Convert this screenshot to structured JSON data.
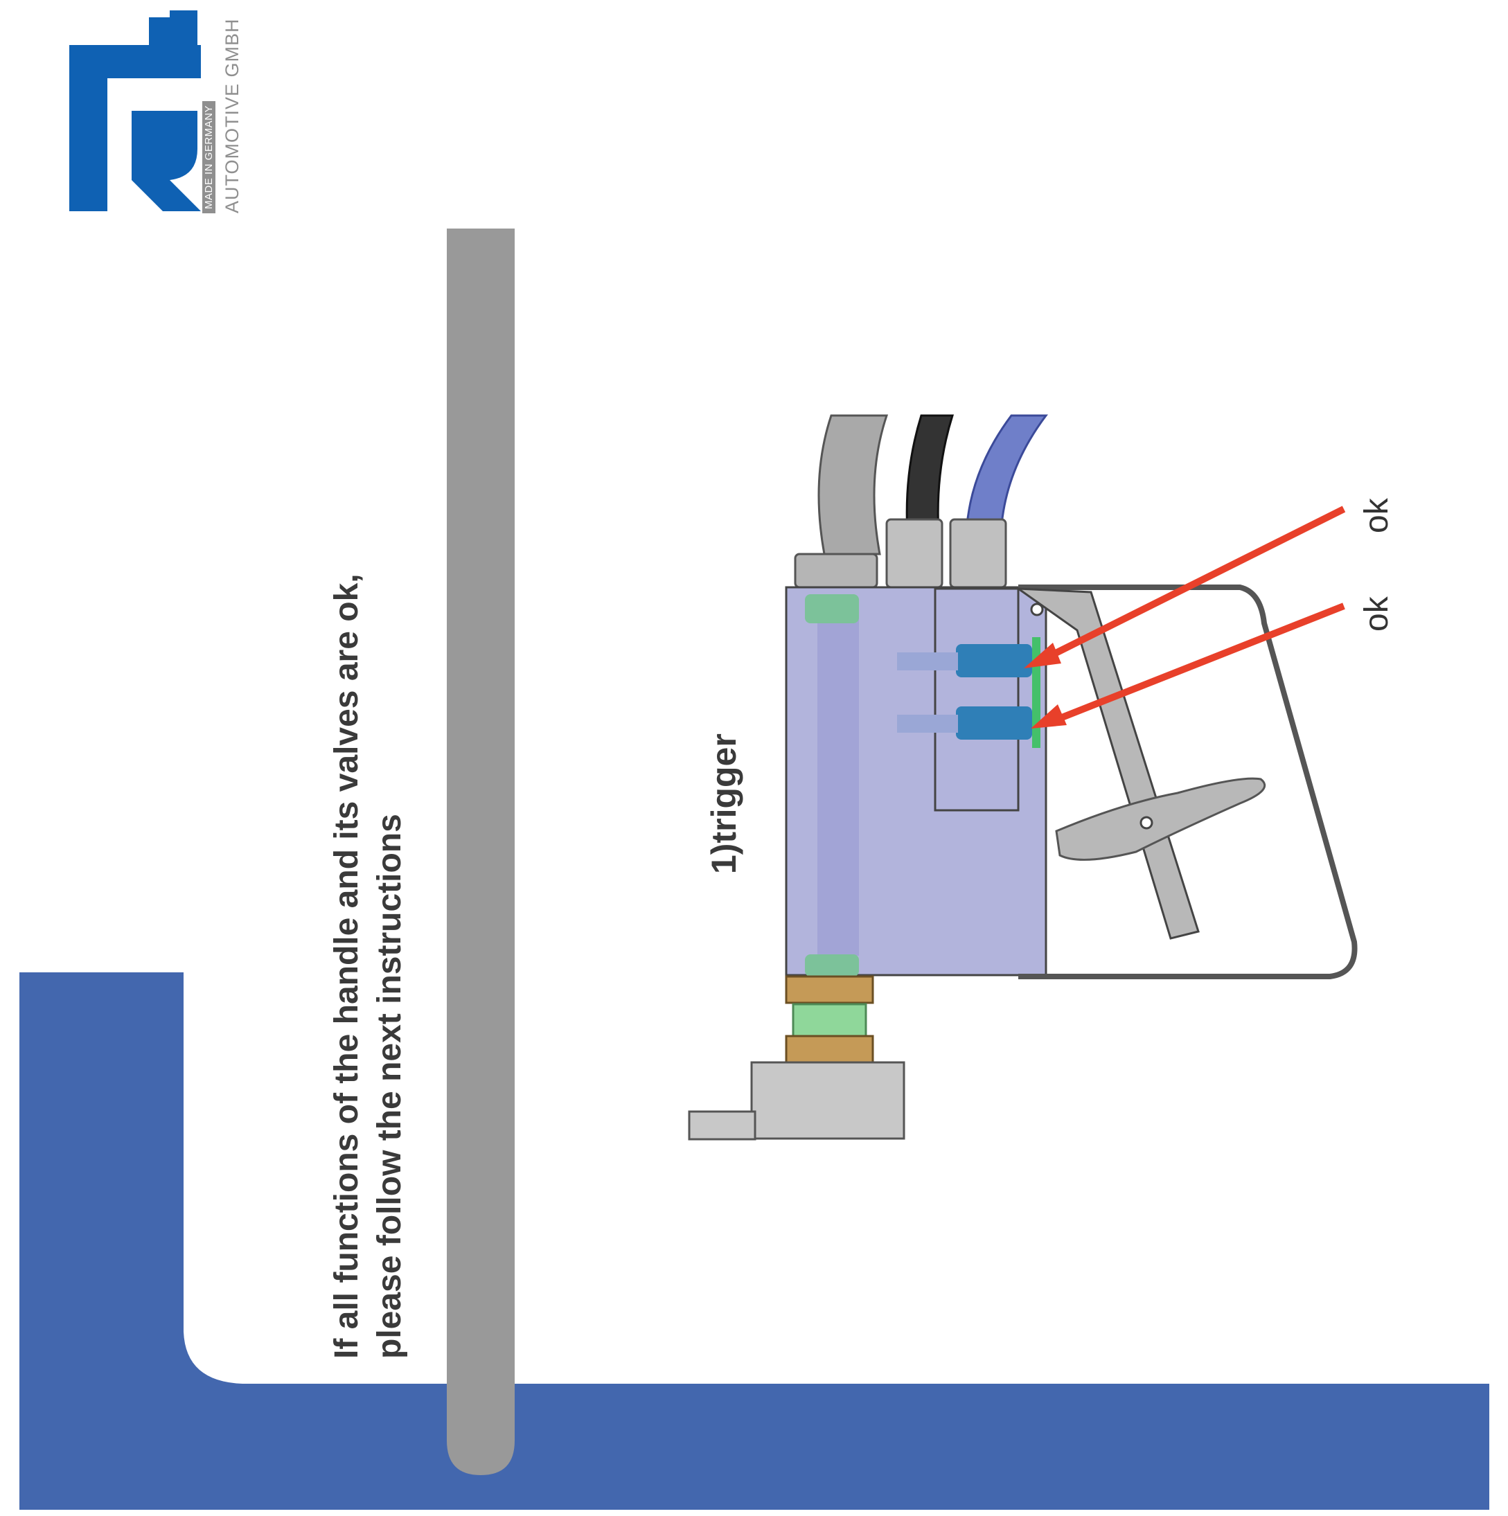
{
  "logo": {
    "letters": "TRR",
    "made_in": "MADE IN GERMANY",
    "company": "AUTOMOTIVE GMBH",
    "brand_color": "#0f61b3",
    "tagline_color": "#8f8f8f"
  },
  "instruction": {
    "line1": "If all functions of the handle and its valves are ok,",
    "line2": "please follow the next instructions"
  },
  "figure": {
    "step_label": "1)trigger",
    "callouts": [
      "ok",
      "ok"
    ],
    "arrow_color": "#e8402a",
    "housing_color": "#b2b4dc"
  },
  "colors": {
    "band": "#4367ae",
    "bar": "#999999"
  }
}
